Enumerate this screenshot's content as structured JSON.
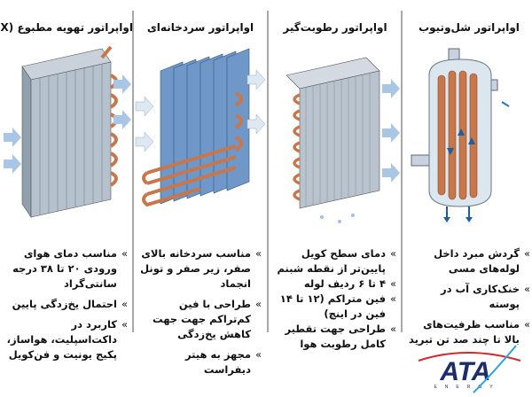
{
  "columns": [
    {
      "title": "اواپراتور تهویه مطبوع (DX)",
      "bullets": [
        "مناسب دمای هوای ورودی ۲۰ تا ۳۸ درجه سانتی‌گراد",
        "احتمال یخ‌زدگی پایین",
        "کاربرد در داکت‌اسپلیت، هواساز، پکیج یونیت و فن‌کویل"
      ]
    },
    {
      "title": "اواپراتور سردخانه‌ای",
      "bullets": [
        "مناسب سردخانه بالای صفر، زیر صفر و تونل انجماد",
        "طراحی با فین کم‌تراکم جهت جهت کاهش یخ‌زدگی",
        "مجهز به هیتر دیفراست"
      ]
    },
    {
      "title": "اواپراتور رطوبت‌گیر",
      "bullets": [
        "دمای سطح کویل پایین‌تر از نقطه شبنم",
        "۴ تا ۶ ردیف لوله",
        "فین متراکم (۱۲ تا ۱۴ فین در اینچ)",
        "طراحی جهت تقطیر کامل رطوبت هوا"
      ]
    },
    {
      "title": "اواپراتور شل‌وتیوب",
      "bullets": [
        "گردش مبرد داخل لوله‌های مسی",
        "خنک‌کاری آب در پوسته",
        "مناسب ظرفیت‌های بالا تا چند صد تن تبرید"
      ]
    }
  ],
  "bullet_marker": "»",
  "logo": {
    "text": "ATA",
    "subtext": "ENERGY"
  },
  "colors": {
    "copper": "#c8774a",
    "fin": "#9fb0c0",
    "cold_fin": "#6f97c8",
    "arrow": "#a9c6e4",
    "logo_blue": "#1d2d6b",
    "logo_red": "#d8262a",
    "logo_cyan": "#2aa6dc",
    "separator": "#a9a9a9"
  }
}
